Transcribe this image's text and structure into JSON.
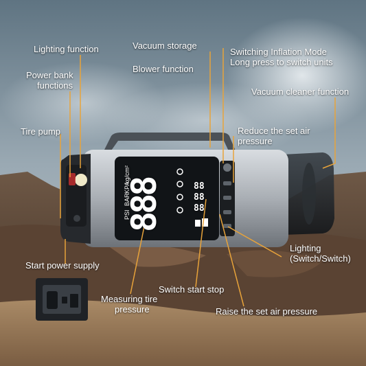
{
  "labels": {
    "lighting_function": "Lighting function",
    "power_bank_functions_1": "Power bank",
    "power_bank_functions_2": "functions",
    "tire_pump": "Tire pump",
    "vacuum_storage": "Vacuum storage",
    "blower_function": "Blower function",
    "switching_inflation_1": "Switching Inflation Mode",
    "switching_inflation_2": "Long press to switch units",
    "vacuum_cleaner_function": "Vacuum cleaner function",
    "reduce_pressure_1": "Reduce the set air",
    "reduce_pressure_2": "pressure",
    "start_power_supply": "Start power supply",
    "lighting_switch_1": "Lighting",
    "lighting_switch_2": "(Switch/Switch)",
    "switch_start_stop": "Switch start stop",
    "measuring_tire_1": "Measuring tire",
    "measuring_tire_2": "pressure",
    "raise_pressure": "Raise the set air pressure"
  },
  "display": {
    "units": [
      "PSI",
      "BAR",
      "KPA",
      "kg/cm²"
    ],
    "main_digits": "888",
    "set_digits_top": "88",
    "set_digits_mid": "88",
    "set_digits_low": "88"
  },
  "colors": {
    "callout_line": "#e8a33a",
    "device_body": "#b9bec4",
    "display_bg": "#111417"
  }
}
